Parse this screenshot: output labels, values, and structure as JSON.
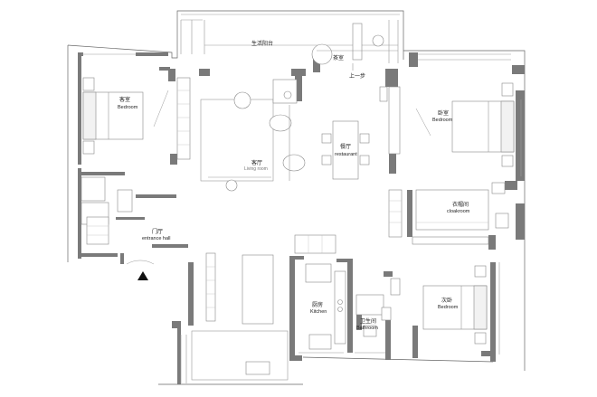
{
  "rooms": {
    "balcony": {
      "cn": "生活阳台"
    },
    "tea_room_top": {
      "cn": "茶室"
    },
    "step_up": {
      "cn": "上一步"
    },
    "bedroom_left": {
      "cn": "客室",
      "en": "Bedroom"
    },
    "bedroom_right": {
      "cn": "卧室",
      "en": "Bedroom"
    },
    "living": {
      "cn": "客厅",
      "en": "Living room"
    },
    "restaurant": {
      "cn": "餐厅",
      "en": "restaurant"
    },
    "cloakroom": {
      "cn": "衣帽间",
      "en": "cloakroom"
    },
    "entrance": {
      "cn": "门厅",
      "en": "entrance hall"
    },
    "kitchen": {
      "cn": "厨房",
      "en": "Kitchen"
    },
    "bathroom": {
      "cn": "卫生间",
      "en": "Bathroom"
    },
    "bedroom_small": {
      "cn": "次卧",
      "en": "Bedroom"
    }
  },
  "colors": {
    "wall": "#7a7a7a",
    "line": "#666666",
    "background": "#ffffff"
  },
  "icons": [
    "entrance-arrow-icon"
  ]
}
